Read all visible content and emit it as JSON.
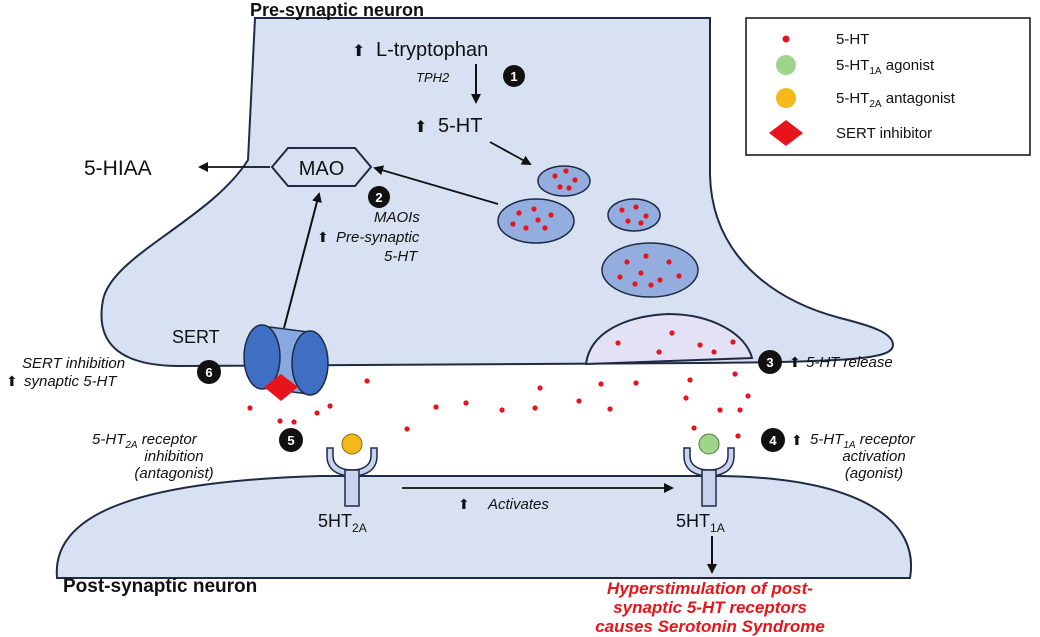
{
  "title_top": "Pre-synaptic neuron",
  "title_bottom": "Post-synaptic neuron",
  "presyn": {
    "l_trp": "L-tryptophan",
    "tph2": "TPH2",
    "step1": "1",
    "ht": "5-HT",
    "mao": "MAO",
    "hiaa": "5-HIAA",
    "step2": "2",
    "maois": "MAOIs",
    "pre_syn": "Pre-synaptic",
    "pre_syn_ht": "5-HT",
    "up_arrow": "⬆"
  },
  "sert": {
    "label": "SERT",
    "step6": "6",
    "note1": "SERT inhibition",
    "note2": "synaptic 5-HT"
  },
  "release": {
    "step3": "3",
    "text": "5-HT release"
  },
  "receptor2a": {
    "step5": "5",
    "note1": "5-HT",
    "note1_sub": "2A",
    "note1_rest": " receptor",
    "note2": "inhibition",
    "note3": "(antagonist)",
    "name": "5HT",
    "name_sub": "2A"
  },
  "receptor1a": {
    "step4": "4",
    "note1": "5-HT",
    "note1_sub": "1A",
    "note1_rest": " receptor",
    "note2": "activation",
    "note3": "(agonist)",
    "name": "5HT",
    "name_sub": "1A"
  },
  "activates": "Activates",
  "outcome": [
    "Hyperstimulation of post-",
    "synaptic 5-HT receptors",
    "causes Serotonin Syndrome"
  ],
  "legend": {
    "items": [
      {
        "label": "5-HT",
        "sub": "",
        "rest": "",
        "color": "#e8141c",
        "shape": "dot"
      },
      {
        "label": "5-HT",
        "sub": "1A",
        "rest": " agonist",
        "color": "#9fd48d",
        "shape": "circle"
      },
      {
        "label": "5-HT",
        "sub": "2A",
        "rest": " antagonist",
        "color": "#f4b81a",
        "shape": "circle"
      },
      {
        "label": "SERT inhibitor",
        "sub": "",
        "rest": "",
        "color": "#e8141c",
        "shape": "diamond"
      }
    ]
  },
  "colors": {
    "neuron_fill": "#d7e1f1",
    "neuron_stroke": "#1f2a44",
    "vesicle_fill": "#93aede",
    "sert_fill": "#4a78c8",
    "receptor_fill": "#c9d3f0",
    "agonist": "#9fd48d",
    "antagonist": "#f4b81a",
    "serotonin": "#e8141c",
    "outcome_text": "#e8141c"
  }
}
